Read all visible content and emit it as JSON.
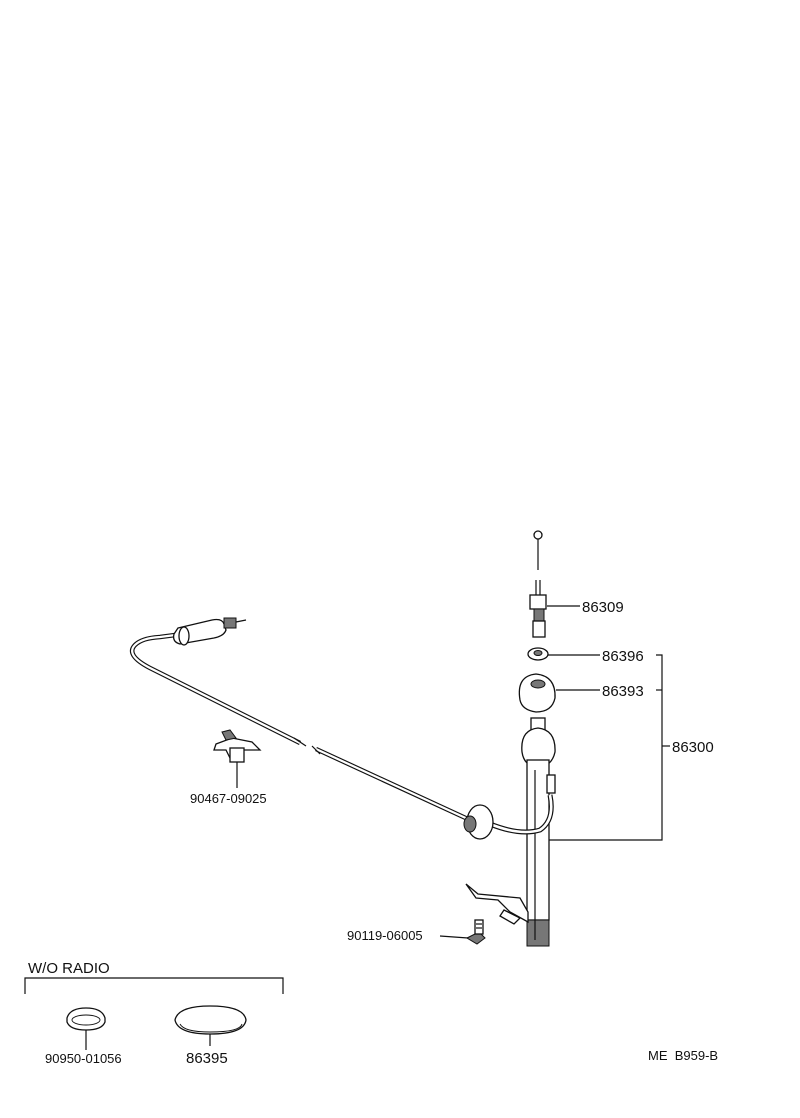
{
  "parts": {
    "rod_tip": "86309",
    "nut": "86396",
    "pad": "86393",
    "assembly": "86300",
    "clamp": "90467-09025",
    "bolt": "90119-06005",
    "plug_small": "90950-01056",
    "plug_oval": "86395"
  },
  "wo_radio_label": "W/O RADIO",
  "figure_code": "ME  B959-B"
}
